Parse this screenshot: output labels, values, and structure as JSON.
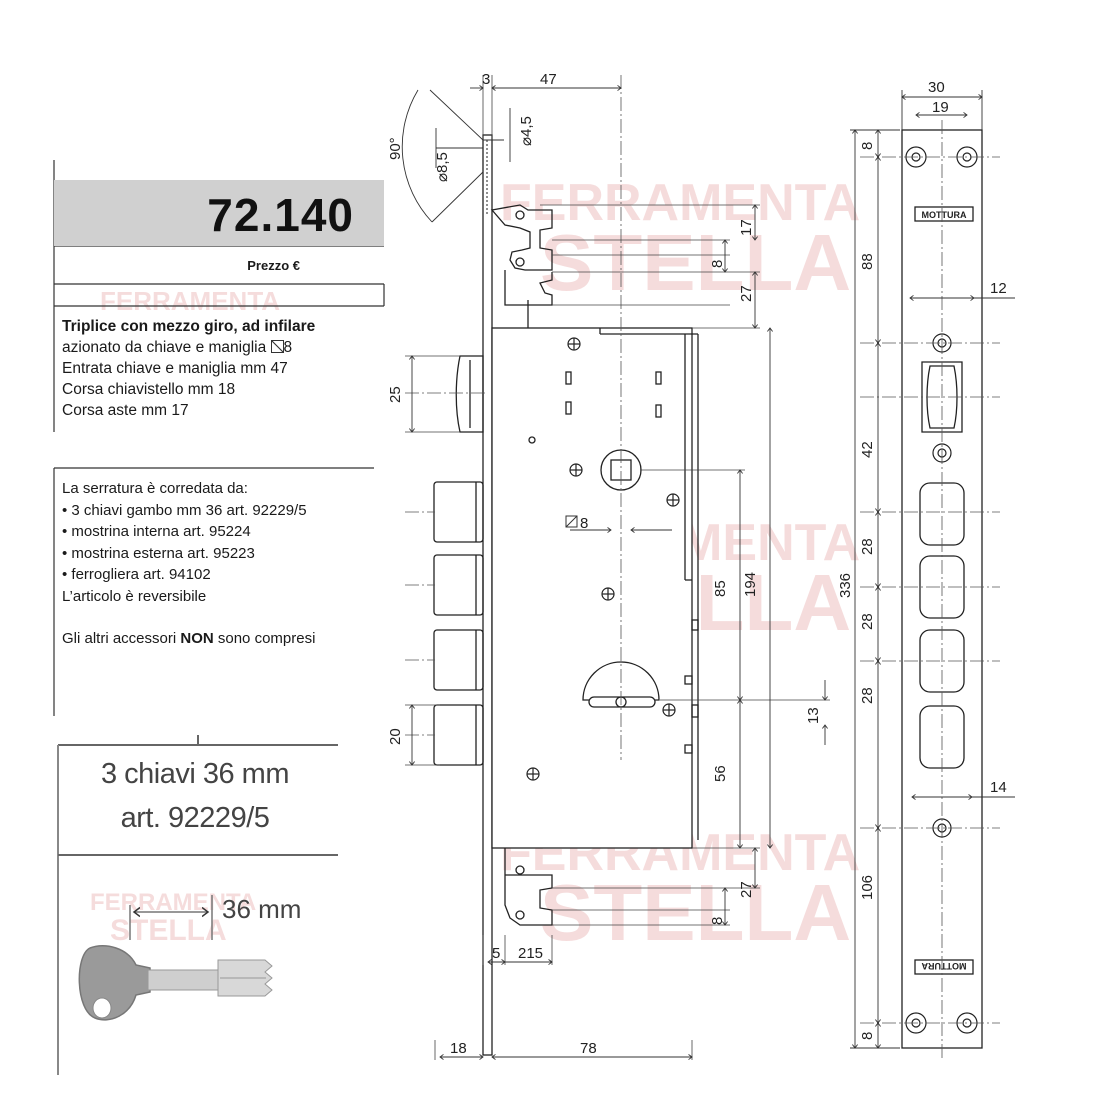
{
  "product": {
    "code": "72.140",
    "price_label": "Prezzo €"
  },
  "description": {
    "title": "Triplice con mezzo giro, ad infilare",
    "lines": [
      "azionato da chiave e maniglia",
      "Entrata chiave e maniglia mm 47",
      "Corsa chiavistello mm 18",
      "Corsa aste mm 17"
    ],
    "square_value": "8"
  },
  "accessories": {
    "intro": "La serratura è corredata da:",
    "items": [
      "• 3 chiavi gambo mm 36 art. 92229/5",
      "• mostrina interna art. 95224",
      "• mostrina esterna art. 95223",
      "• ferrogliera art. 94102"
    ],
    "reversible": "L’articolo è reversibile",
    "note_prefix": "Gli altri accessori ",
    "note_bold": "NON",
    "note_suffix": " sono compresi"
  },
  "key_box": {
    "line1": "3 chiavi 36 mm",
    "line2": "art. 92229/5",
    "length": "36 mm"
  },
  "watermark": {
    "line1": "FERRAMENTA",
    "line2": "STELLA"
  },
  "dimensions": {
    "top_3": "3",
    "top_47": "47",
    "angle": "90°",
    "dia_85": "⌀8,5",
    "dia_45": "⌀4,5",
    "d17": "17",
    "d8_top": "8",
    "d27_top": "27",
    "d25": "25",
    "sq8": "8",
    "d85": "85",
    "d194": "194",
    "d13": "13",
    "d20": "20",
    "d56": "56",
    "d27_bot": "27",
    "d8_bot": "8",
    "b5": "5",
    "b215": "215",
    "b18": "18",
    "b78": "78",
    "p30": "30",
    "p19": "19",
    "p8_top": "8",
    "p88": "88",
    "p12": "12",
    "p42": "42",
    "p28a": "28",
    "p28b": "28",
    "p28c": "28",
    "p336": "336",
    "p14": "14",
    "p106": "106",
    "p8_bot": "8",
    "brand": "MOTTURA"
  }
}
